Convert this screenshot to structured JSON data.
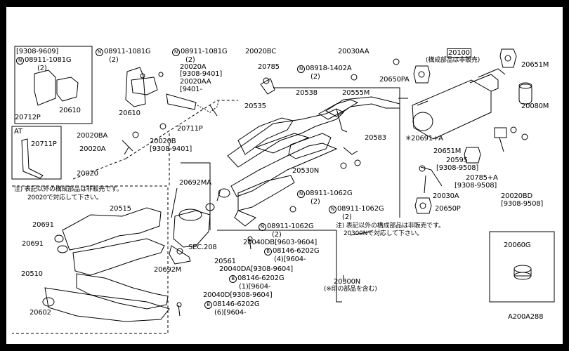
{
  "diagram_code": "A200A288",
  "inset_date_box": {
    "range": "[9308-9609]",
    "part_prefix": "N",
    "part": "08911-1081G",
    "qty": "(2)"
  },
  "inset_at": {
    "title": "AT",
    "parts": [
      "20711P",
      "20712P",
      "20610"
    ]
  },
  "header_parts": {
    "p1": {
      "prefix": "N",
      "part": "08911-1081G",
      "qty": "(2)"
    },
    "p2": {
      "prefix": "N",
      "part": "08911-1081G",
      "qty": "(2)"
    },
    "p3": {
      "part": "20020BC"
    },
    "p4": {
      "part": "20020A",
      "range": "[9308-9401]"
    },
    "p5": {
      "part": "20020AA",
      "range": "[9401-"
    },
    "p6": {
      "part": "20785"
    },
    "p7": {
      "prefix": "N",
      "part": "08918-1402A",
      "qty": "(2)"
    },
    "p8": {
      "part": "20030AA"
    },
    "p9": {
      "part": "20100",
      "note": "(構成部品は非販売)"
    },
    "p10": {
      "part": "20651M"
    }
  },
  "labels": {
    "l20610": "20610",
    "l20711P": "20711P",
    "l20020BA": "20020BA",
    "l20020A2": "20020A",
    "l20020B": "20020B",
    "l20020B_range": "[9308-9401]",
    "l20020": "20020",
    "l20538": "20538",
    "l20555M": "20555M",
    "l20535": "20535",
    "l20650PA": "20650PA",
    "l20080M": "20080M",
    "l20691A": "✳20691+A",
    "l20583": "20583",
    "l20651M2": "20651M",
    "l20595": "20595",
    "l20595_range": "[9308-9508]",
    "l20785A": "20785+A",
    "l20785A_range": "[9308-9508]",
    "l20030A": "20030A",
    "l20020BD": "20020BD",
    "l20020BD_range": "[9308-9508]",
    "l20650P": "20650P",
    "l20692MA": "20692MA",
    "l20530N": "20530N",
    "l20515": "20515",
    "l20691": "20691",
    "l20691b": "20691",
    "l20510": "20510",
    "l20692M": "20692M",
    "l20561": "20561",
    "l20602": "20602",
    "l20060G": "20060G",
    "sec208": "SEC.208",
    "l20300N": "20300N",
    "l20300N_note": "(※印の部品を含む)"
  },
  "notes": {
    "left_note_line1": "注) 表記以外の構成部品は非販売です。",
    "left_note_line2": "20020で対応して下さい。",
    "right_note_line1": "注) 表記以外の構成部品は非販売です。",
    "right_note_line2": "20300Nで対応して下さい。"
  },
  "bolts": {
    "b1": {
      "prefix": "N",
      "part": "08911-1062G",
      "qty": "(2)"
    },
    "b2": {
      "prefix": "N",
      "part": "08911-1062G",
      "qty": "(2)"
    },
    "b3": {
      "prefix": "N",
      "part": "08911-1062G",
      "qty": "(2)"
    },
    "b4": {
      "part": "20040DB",
      "range": "[9603-9604]"
    },
    "b5": {
      "prefix": "B",
      "part": "08146-6202G",
      "qty": "(4)",
      "range": "[9604-"
    },
    "b6": {
      "part": "20040DA",
      "range": "[9308-9604]"
    },
    "b7": {
      "prefix": "B",
      "part": "08146-6202G",
      "qty": "(1)",
      "range": "[9604-"
    },
    "b8": {
      "part": "20040D",
      "range": "[9308-9604]"
    },
    "b9": {
      "prefix": "B",
      "part": "08146-6202G",
      "qty": "(6)",
      "range": "[9604-"
    }
  }
}
